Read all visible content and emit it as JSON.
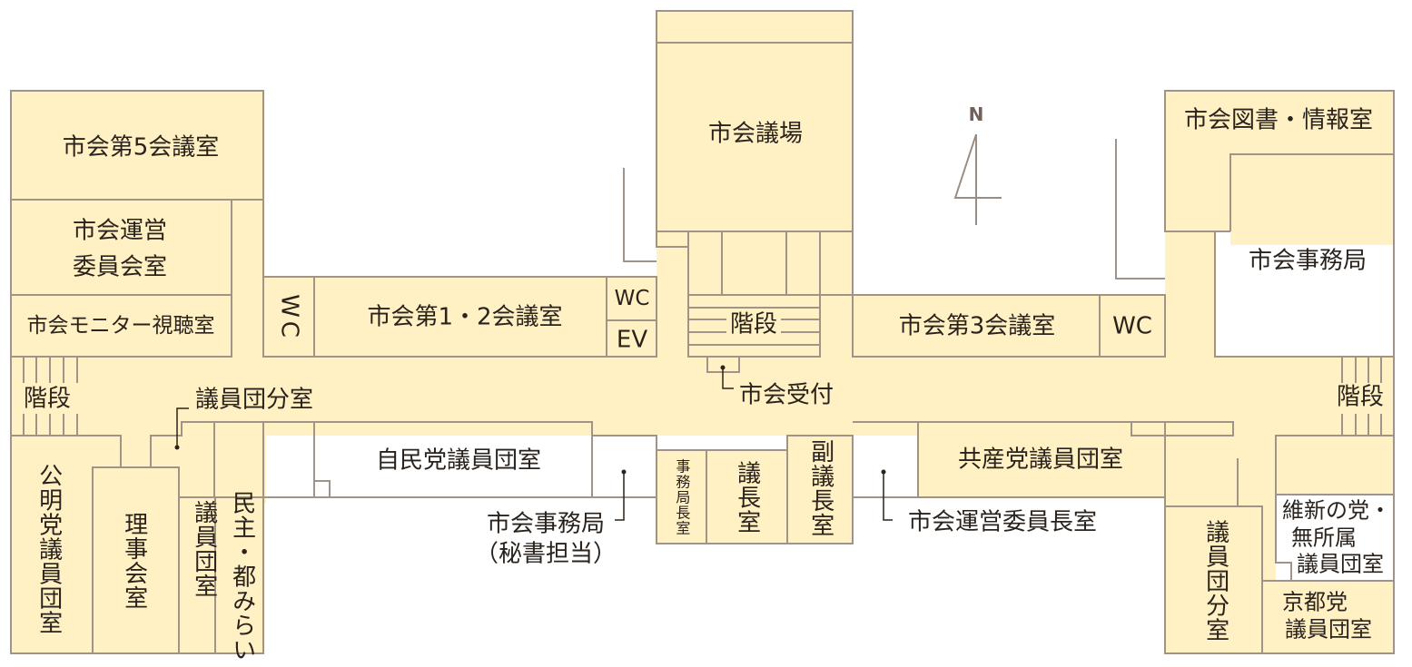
{
  "floor_plan": {
    "rooms": {
      "conf5": "市会第5会議室",
      "unei_l1": "市会運営",
      "unei_l2": "委員会室",
      "monitor": "市会モニター視聴室",
      "wc_left": "WC",
      "conf12": "市会第1・2会議室",
      "wc_mid": "WC",
      "ev": "EV",
      "gijo": "市会議場",
      "stairs_center": "階段",
      "conf3": "市会第3会議室",
      "wc_right": "WC",
      "library": "市会図書・情報室",
      "jimukyoku": "市会事務局",
      "stairs_left": "階段",
      "stairs_right": "階段",
      "komei": "公明党議員団室",
      "rijikai": "理事会室",
      "giindan": "議員団室",
      "minshu": "民主・都みらい",
      "jimin": "自民党議員団室",
      "jimukyokucho": "事務局長室",
      "gicho": "議長室",
      "fukugicho": "副議長室",
      "kyosan": "共産党議員団室",
      "bunshitsu_right": "議員団分室",
      "ishin_l1": "維新の党・",
      "ishin_l2": "無所属",
      "ishin_l3": "議員団室",
      "kyoto_l1": "京都党",
      "kyoto_l2": "議員団室"
    },
    "callouts": {
      "bunshitsu_left": "議員団分室",
      "uketsuke": "市会受付",
      "hisho_l1": "市会事務局",
      "hisho_l2": "（秘書担当）",
      "iinchoshitsu": "市会運営委員長室"
    },
    "compass": {
      "label": "N"
    },
    "colors": {
      "room_fill": "#fff1c3",
      "wall": "#a09488",
      "text": "#2a221c"
    }
  }
}
